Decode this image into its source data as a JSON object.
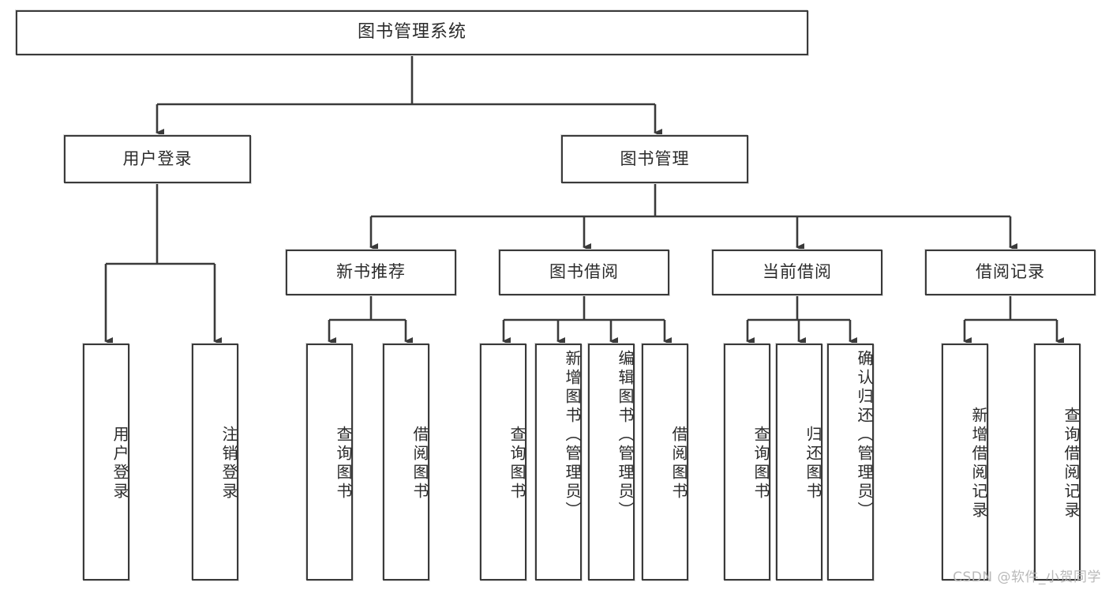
{
  "diagram": {
    "type": "tree",
    "title": "图书管理系统",
    "root": {
      "label": "图书管理系统"
    },
    "level2": [
      {
        "label": "用户登录"
      },
      {
        "label": "图书管理"
      }
    ],
    "level3": [
      {
        "label": "新书推荐"
      },
      {
        "label": "图书借阅"
      },
      {
        "label": "当前借阅"
      },
      {
        "label": "借阅记录"
      }
    ],
    "leaves": {
      "user_login": [
        {
          "label": "用户登录"
        },
        {
          "label": "注销登录"
        }
      ],
      "new_book_recommend": [
        {
          "label": "查询图书"
        },
        {
          "label": "借阅图书"
        }
      ],
      "book_borrow": [
        {
          "label": "查询图书"
        },
        {
          "label": "新增图书（管理员）"
        },
        {
          "label": "编辑图书（管理员）"
        },
        {
          "label": "借阅图书"
        }
      ],
      "current_borrow": [
        {
          "label": "查询图书"
        },
        {
          "label": "归还图书"
        },
        {
          "label": "确认归还（管理员）"
        }
      ],
      "borrow_record": [
        {
          "label": "新增借阅记录"
        },
        {
          "label": "查询借阅记录"
        }
      ]
    }
  },
  "watermark": {
    "text": "CSDN @软件_小贺同学"
  },
  "colors": {
    "stroke": "#3a3a3a",
    "box_fill": "#ffffff",
    "text": "#2b2b2b",
    "watermark": "#b9b9b9",
    "page_background": "#ffffff"
  }
}
